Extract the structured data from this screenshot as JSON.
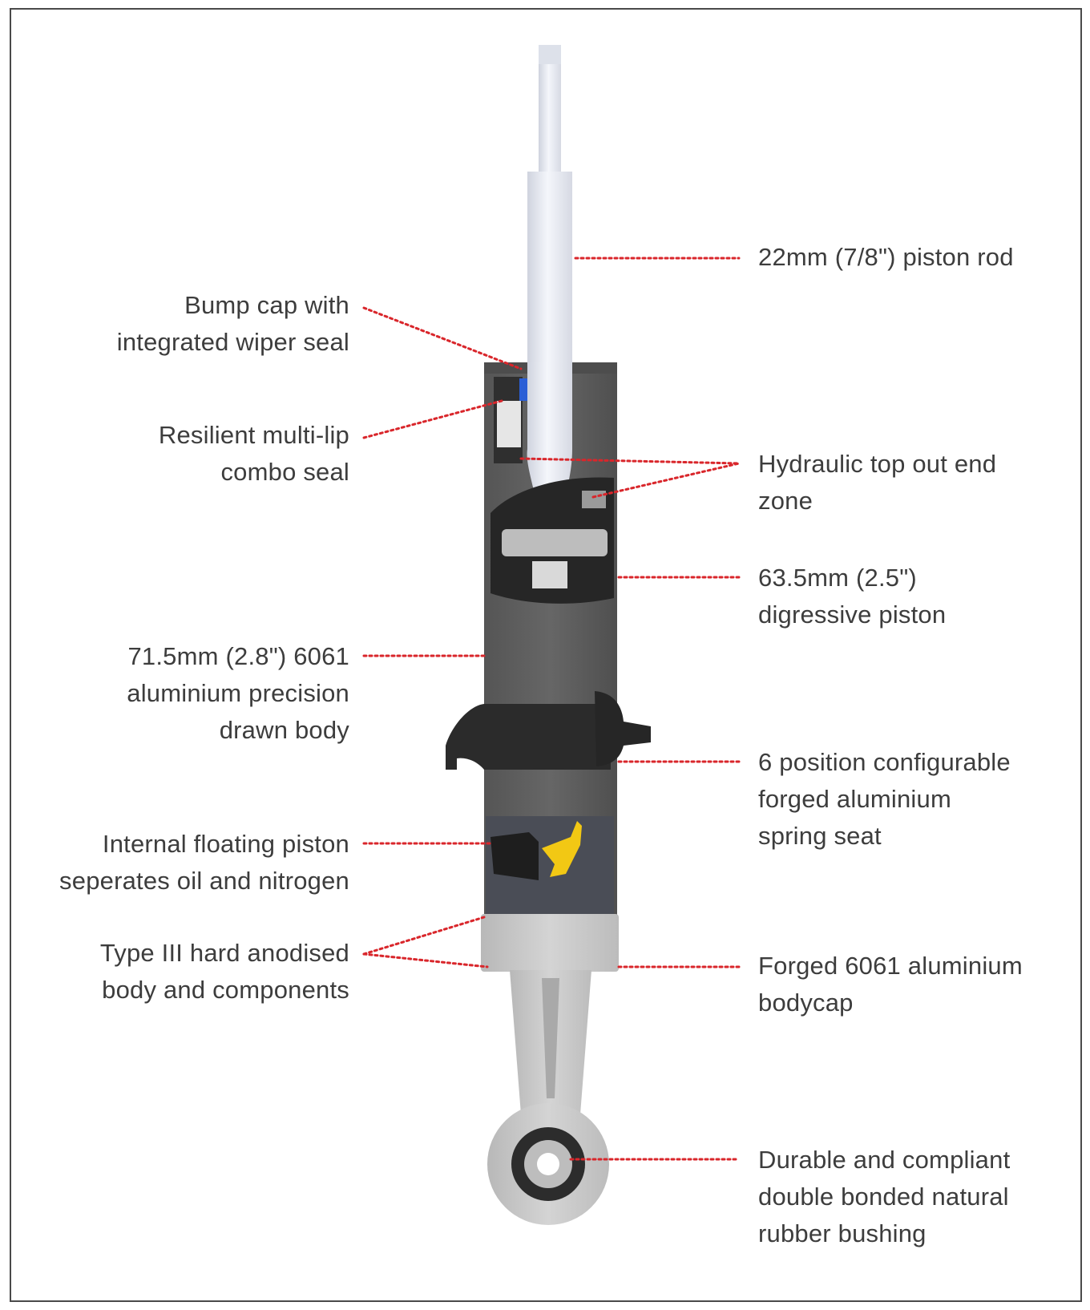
{
  "callouts": {
    "piston_rod": [
      "22mm (7/8\") piston rod"
    ],
    "bump_cap": [
      "Bump cap with",
      "integrated wiper seal"
    ],
    "combo_seal": [
      "Resilient multi-lip",
      "combo seal"
    ],
    "top_out": [
      "Hydraulic top out end",
      "zone"
    ],
    "piston": [
      "63.5mm (2.5\")",
      "digressive piston"
    ],
    "body": [
      "71.5mm (2.8\") 6061",
      "aluminium precision",
      "drawn body"
    ],
    "spring_seat": [
      "6 position configurable",
      "forged aluminium",
      "spring seat"
    ],
    "floating_piston": [
      "Internal floating piston",
      "seperates oil and nitrogen"
    ],
    "anodised": [
      "Type III hard anodised",
      "body and components"
    ],
    "bodycap": [
      "Forged 6061 aluminium",
      "bodycap"
    ],
    "bushing": [
      "Durable and compliant",
      "double bonded natural",
      "rubber bushing"
    ]
  },
  "colors": {
    "leader": "#d9262b",
    "body": "#5c5c5c",
    "body_dark": "#3a3a3a",
    "seat": "#2a2a2a",
    "rod": "#e9ebf2",
    "cap": "#c9c9c9",
    "logo": "#f2c814",
    "text": "#3d3d3d"
  }
}
